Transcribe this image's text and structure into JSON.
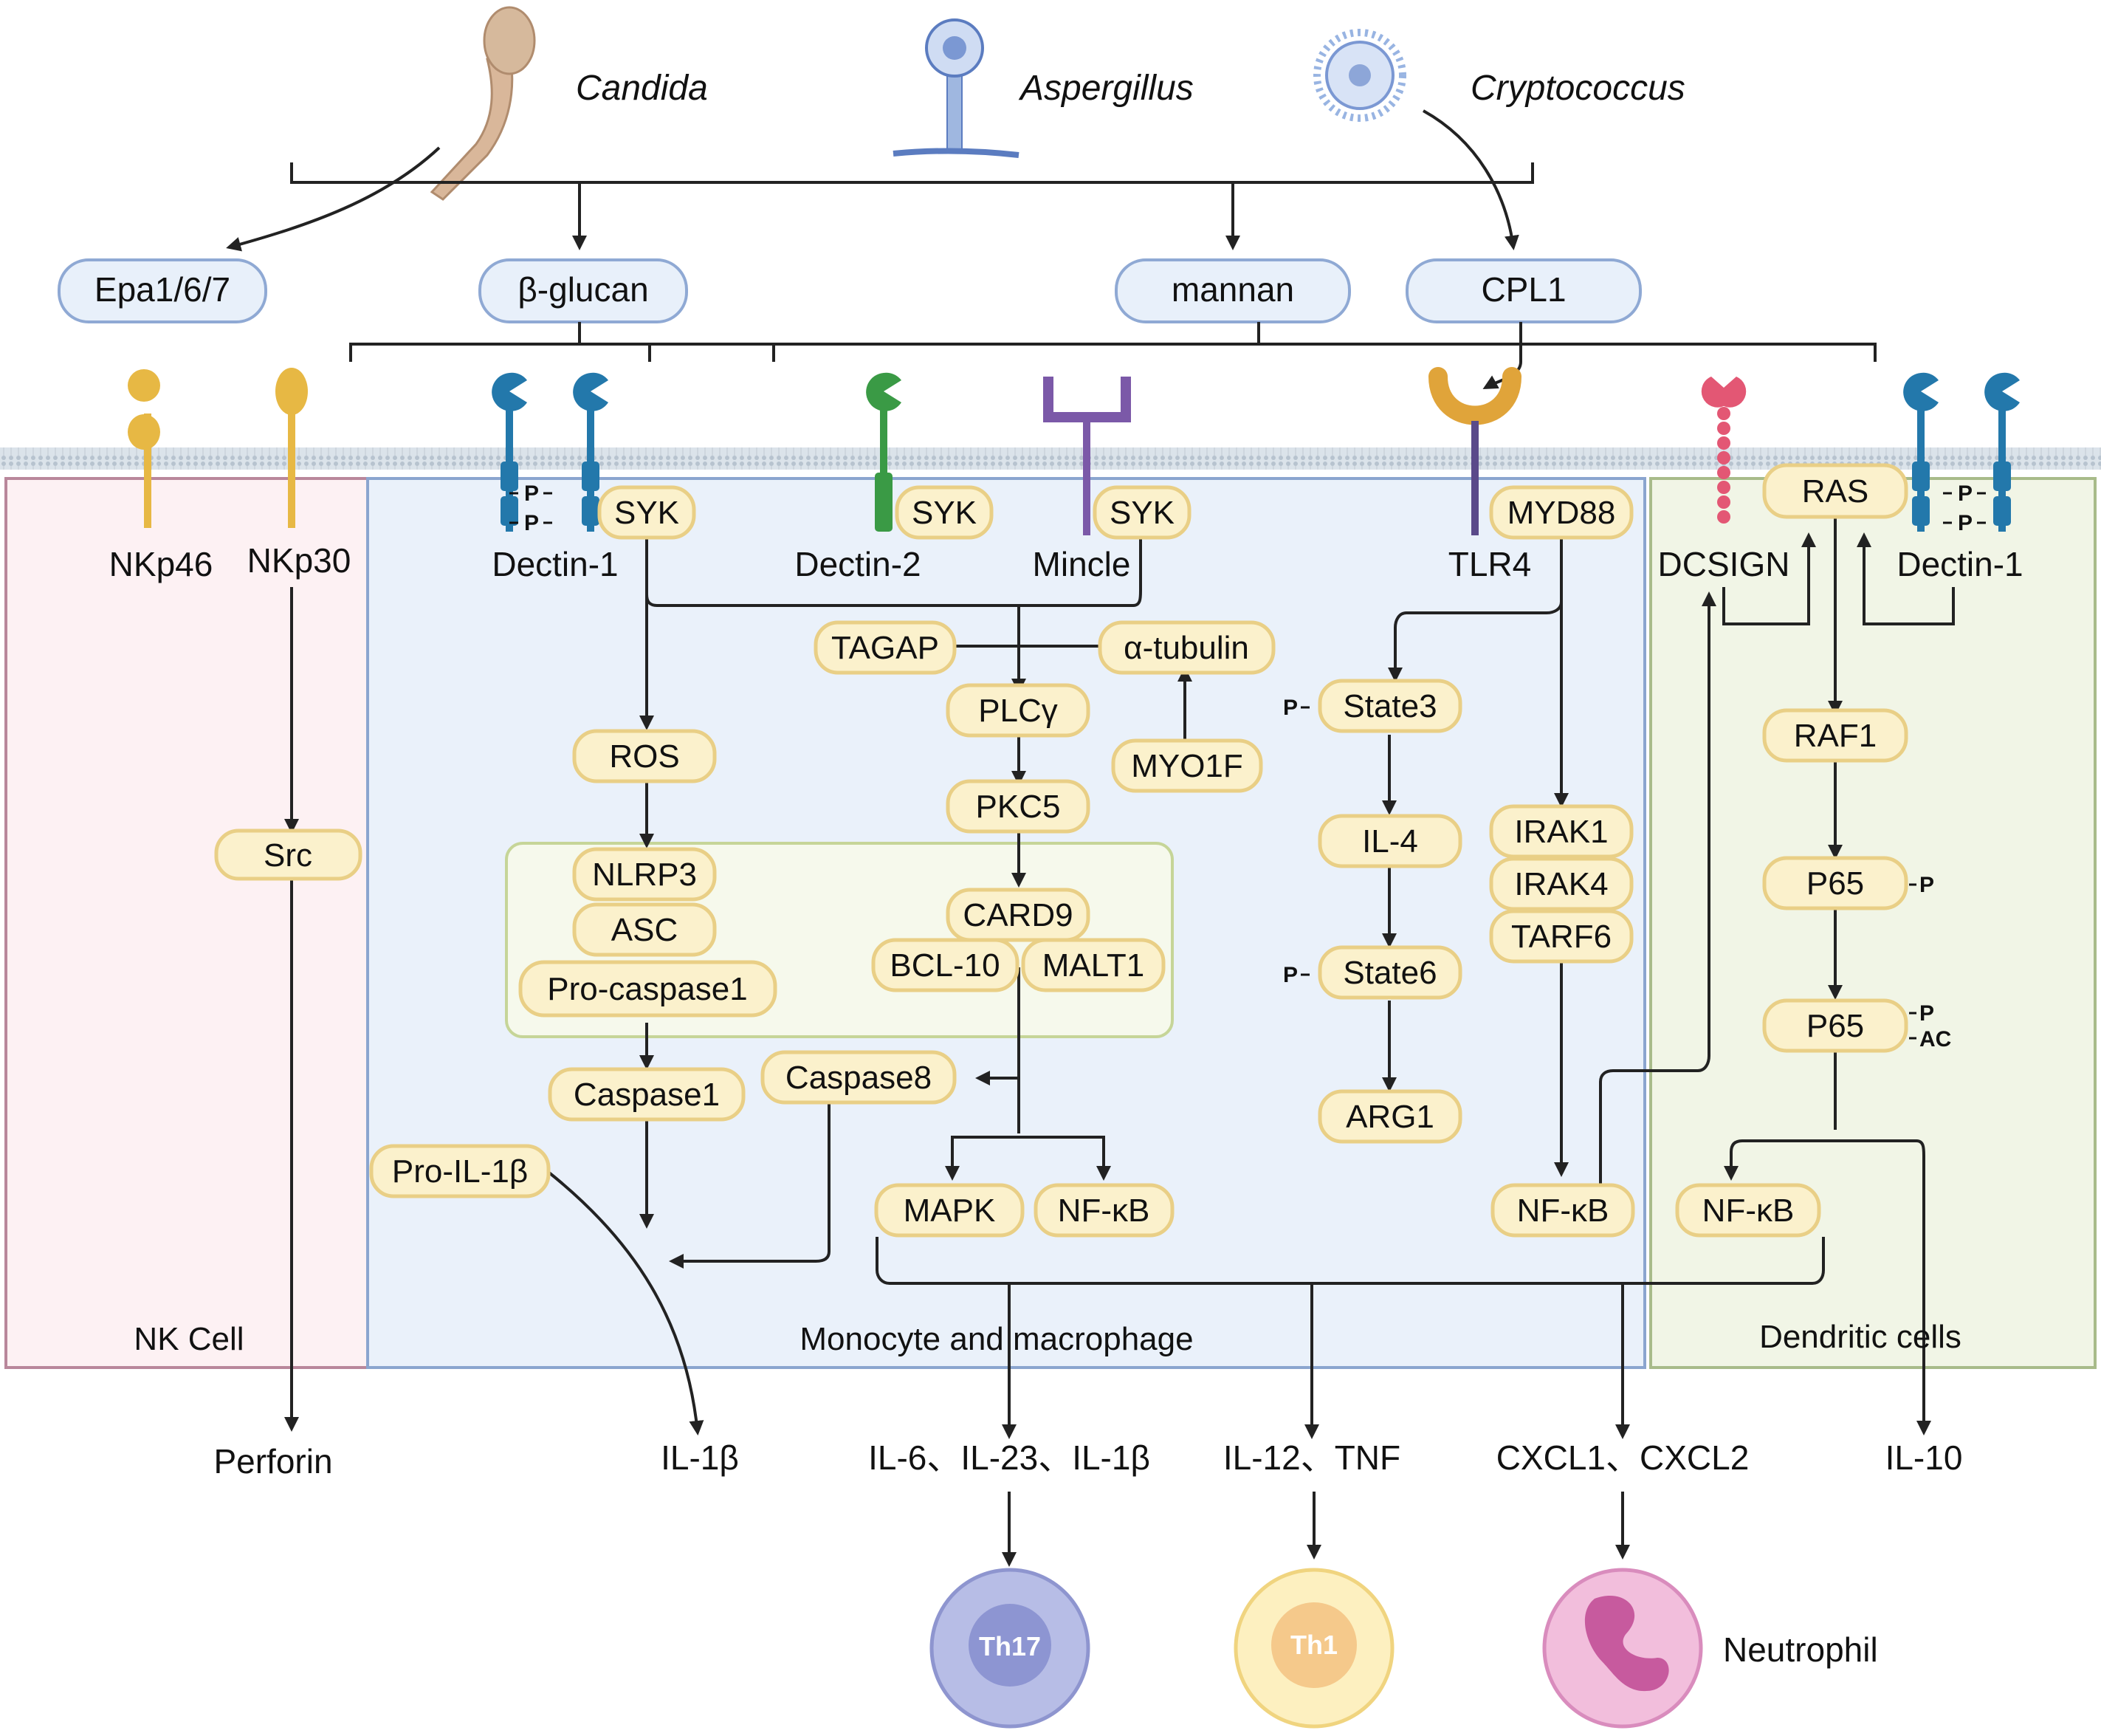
{
  "fungi": {
    "candida": "Candida",
    "aspergillus": "Aspergillus",
    "cryptococcus": "Cryptococcus"
  },
  "ligands": {
    "epa": "Epa1/6/7",
    "glucan": "β-glucan",
    "mannan": "mannan",
    "cpl1": "CPL1"
  },
  "receptors": {
    "nkp46": "NKp46",
    "nkp30": "NKp30",
    "dectin1": "Dectin-1",
    "dectin2": "Dectin-2",
    "mincle": "Mincle",
    "tlr4": "TLR4",
    "dcsign": "DCSIGN",
    "dectin1_dc": "Dectin-1"
  },
  "nk": {
    "src": "Src",
    "perforin": "Perforin",
    "cell": "NK Cell"
  },
  "mono": {
    "syk1": "SYK",
    "syk2": "SYK",
    "syk3": "SYK",
    "ros": "ROS",
    "nlrp3": "NLRP3",
    "asc": "ASC",
    "procasp1": "Pro-caspase1",
    "casp1": "Caspase1",
    "proil1b": "Pro-IL-1β",
    "tagap": "TAGAP",
    "tubulin": "α-tubulin",
    "myo1f": "MYO1F",
    "plcg": "PLCγ",
    "pkc5": "PKC5",
    "card9": "CARD9",
    "bcl10": "BCL-10",
    "malt1": "MALT1",
    "casp8": "Caspase8",
    "mapk": "MAPK",
    "nfkb": "NF-κB",
    "cell": "Monocyte and macrophage"
  },
  "tlr": {
    "myd88": "MYD88",
    "state3": "State3",
    "il4": "IL-4",
    "state6": "State6",
    "arg1": "ARG1",
    "irak1": "IRAK1",
    "irak4": "IRAK4",
    "tarf6": "TARF6",
    "nfkb": "NF-κB"
  },
  "dc": {
    "ras": "RAS",
    "raf1": "RAF1",
    "p65a": "P65",
    "p65b": "P65",
    "nfkb": "NF-κB",
    "cell": "Dendritic cells"
  },
  "marks": {
    "p": "P",
    "ac": "AC"
  },
  "outputs": {
    "il1b": "IL-1β",
    "il6": "IL-6、IL-23、IL-1β",
    "il12": "IL-12、TNF",
    "cxcl": "CXCL1、CXCL2",
    "il10": "IL-10"
  },
  "targets": {
    "th17": "Th17",
    "th1": "Th1",
    "neutrophil": "Neutrophil"
  },
  "colors": {
    "nk_fill": "#fdf1f3",
    "nk_border": "#b9879b",
    "mono_fill": "#eaf1fa",
    "mono_border": "#8ba5cf",
    "dc_fill": "#f1f5e6",
    "dc_border": "#a8bb8a",
    "node_fill": "#fbf1cc",
    "node_border": "#e9cf86",
    "ligand_fill": "#e8f0fa",
    "ligand_border": "#8fa9d4",
    "dectin": "#2378ab",
    "dectin2": "#3a9a45",
    "mincle": "#7b59a8",
    "tlr4": "#e0a43a",
    "dcsign": "#e35774",
    "nk_receptor": "#e7b844"
  }
}
